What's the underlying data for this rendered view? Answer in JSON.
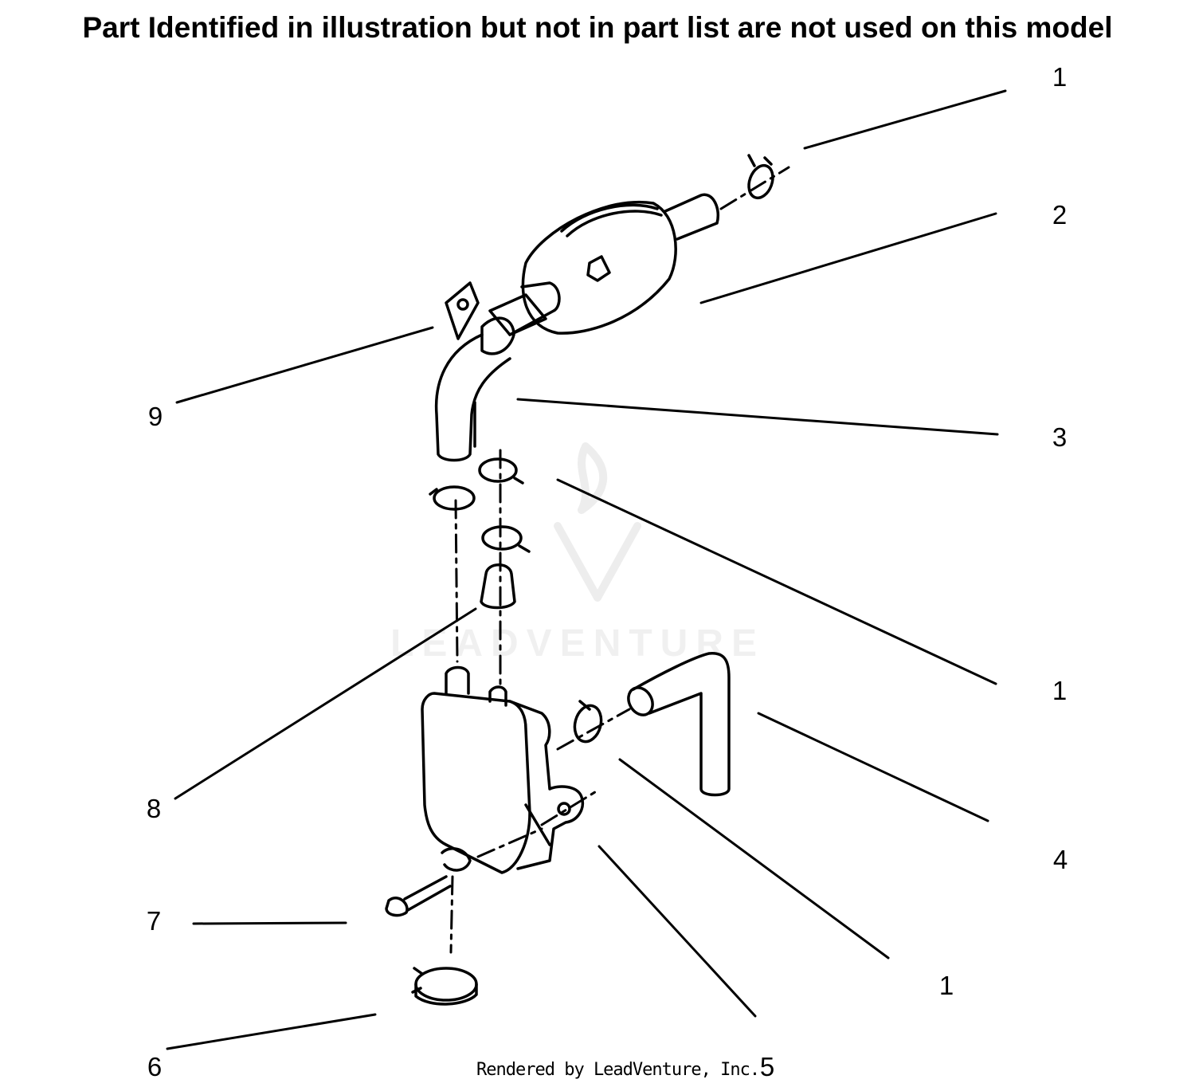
{
  "header": {
    "title": "Part Identified in illustration but not in part list are not used on this model"
  },
  "callouts": [
    {
      "id": "c-1a",
      "label": "1"
    },
    {
      "id": "c-2",
      "label": "2"
    },
    {
      "id": "c-3",
      "label": "3"
    },
    {
      "id": "c-9",
      "label": "9"
    },
    {
      "id": "c-1b",
      "label": "1"
    },
    {
      "id": "c-8",
      "label": "8"
    },
    {
      "id": "c-4",
      "label": "4"
    },
    {
      "id": "c-7",
      "label": "7"
    },
    {
      "id": "c-1c",
      "label": "1"
    },
    {
      "id": "c-6",
      "label": "6"
    },
    {
      "id": "c-5",
      "label": "5"
    }
  ],
  "watermark": {
    "text": "LEADVENTURE"
  },
  "footer": {
    "text": "Rendered by LeadVenture, Inc."
  }
}
